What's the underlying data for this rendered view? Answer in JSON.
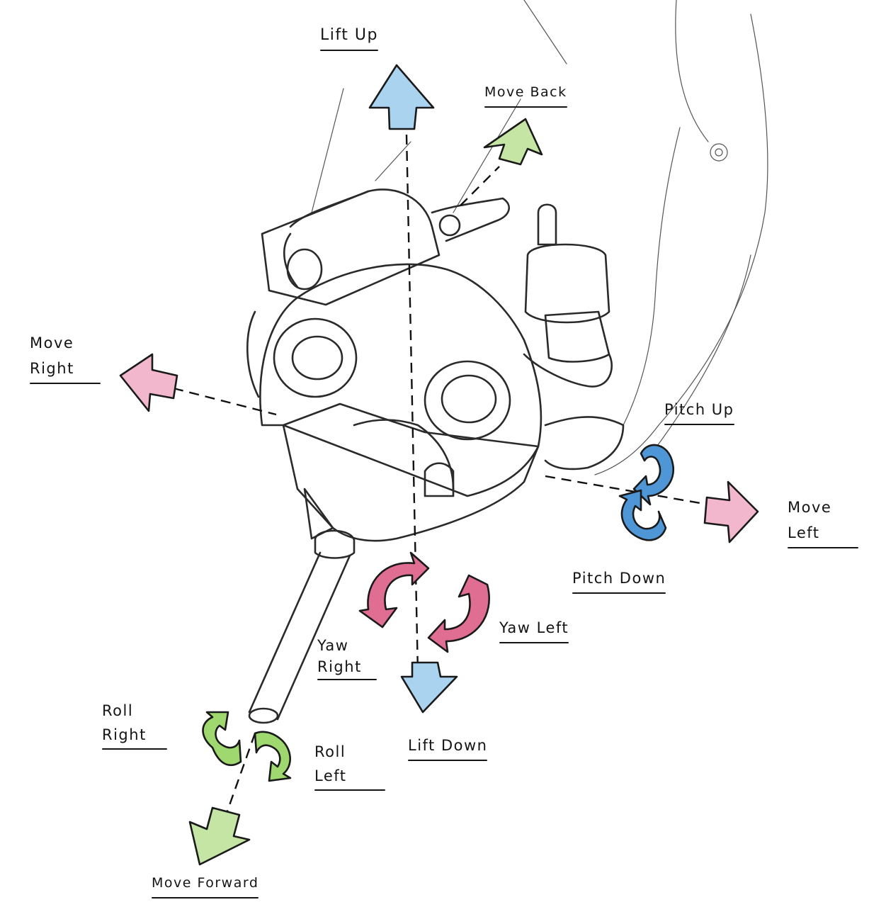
{
  "labels": {
    "lift_up": "Lift Up",
    "move_back": "Move Back",
    "move_right_1": "Move",
    "move_right_2": "Right",
    "pitch_up": "Pitch Up",
    "move_left_1": "Move",
    "move_left_2": "Left",
    "pitch_down": "Pitch Down",
    "yaw_left": "Yaw Left",
    "yaw_right_1": "Yaw",
    "yaw_right_2": "Right",
    "lift_down": "Lift Down",
    "roll_right_1": "Roll",
    "roll_right_2": "Right",
    "roll_left_1": "Roll",
    "roll_left_2": "Left",
    "move_forward": "Move Forward"
  },
  "colors": {
    "lift": "#a9d3ee",
    "move_back_forward": "#c4e5a4",
    "move_left_right": "#f3b7cd",
    "pitch": "#4f96d6",
    "yaw": "#df6e92",
    "roll": "#9ed86e",
    "ink": "#141414"
  },
  "icons": {
    "lift_up": "arrow-up-icon",
    "lift_down": "arrow-down-icon",
    "move_back": "arrow-back-icon",
    "move_forward": "arrow-forward-icon",
    "move_right": "arrow-left-icon",
    "move_left": "arrow-right-icon",
    "pitch": "curved-arrows-icon",
    "yaw": "curved-arrows-icon",
    "roll": "curved-arrows-icon"
  }
}
